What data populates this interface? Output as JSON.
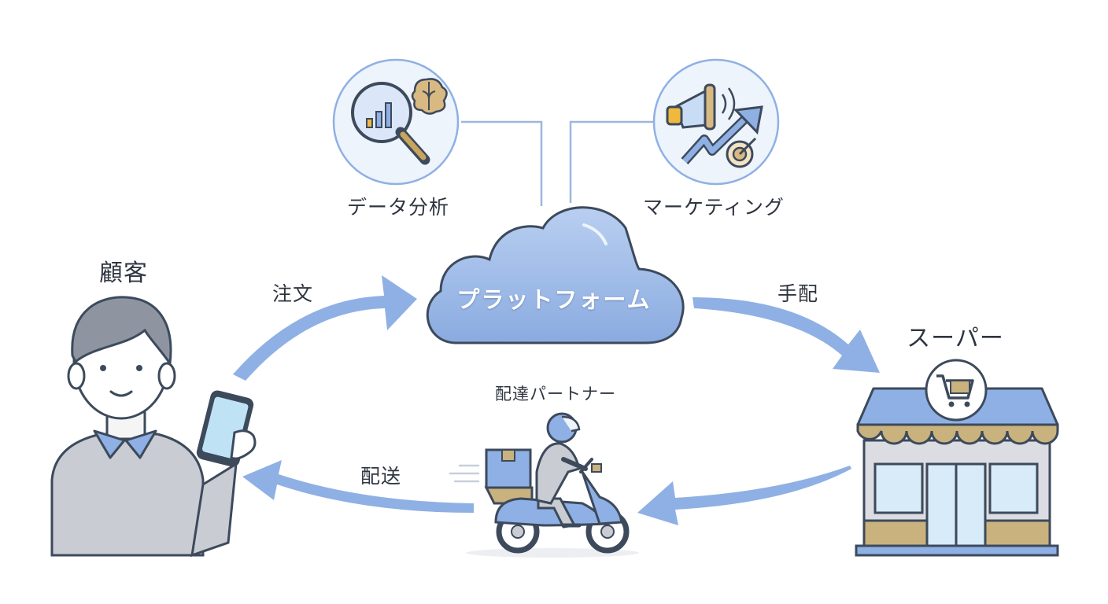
{
  "diagram": {
    "nodes": {
      "customer": "顧客",
      "platform": "プラットフォーム",
      "supermarket": "スーパー",
      "rider": "配達パートナー",
      "analytics": "データ分析",
      "marketing": "マーケティング"
    },
    "edges": {
      "order": "注文",
      "arrange": "手配",
      "deliver": "配送"
    }
  },
  "colors": {
    "outline": "#3d4a5c",
    "accent_blue": "#8fb0e4",
    "light_blue": "#c9dcf6",
    "gold": "#c9b27d",
    "gray": "#c9ccd2"
  }
}
